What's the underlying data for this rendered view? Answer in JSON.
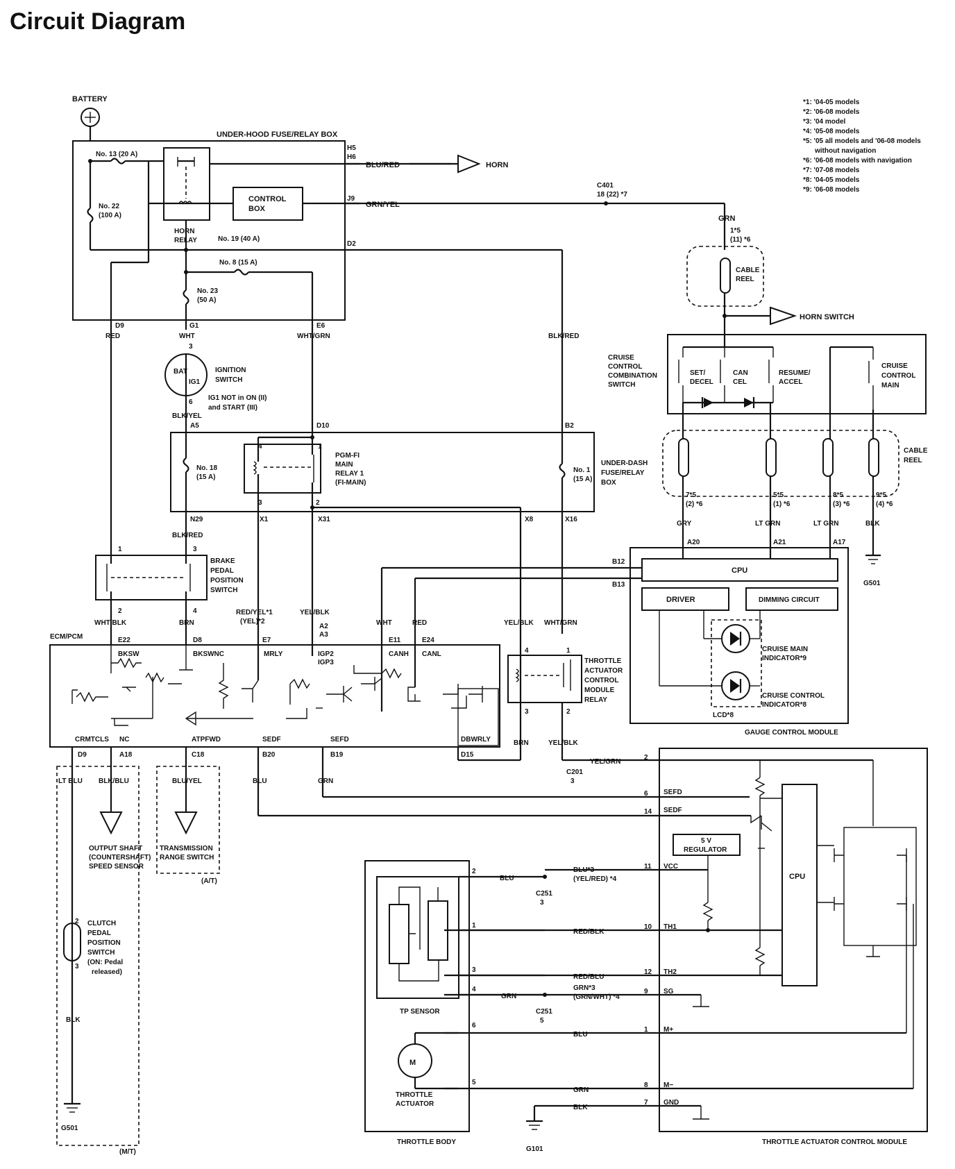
{
  "title": "Circuit Diagram",
  "notes": [
    "*1: '04-05 models",
    "*2: '06-08 models",
    "*3: '04 model",
    "*4: '05-08 models",
    "*5: '05 all models and '06-08 models",
    "without navigation",
    "*6: '06-08 models with navigation",
    "*7: '07-08 models",
    "*8: '04-05 models",
    "*9: '06-08 models"
  ],
  "top": {
    "battery": "BATTERY",
    "fusebox": "UNDER-HOOD FUSE/RELAY BOX",
    "fuse13": "No. 13 (20 A)",
    "fuse22a": "No. 22",
    "fuse22b": "(100 A)",
    "horn_relay_a": "HORN",
    "horn_relay_b": "RELAY",
    "control_box_a": "CONTROL",
    "control_box_b": "BOX",
    "fuse19": "No. 19 (40 A)",
    "fuse8": "No. 8 (15 A)",
    "fuse23a": "No. 23",
    "fuse23b": "(50 A)",
    "h5": "H5",
    "h6": "H6",
    "j9": "J9",
    "d2": "D2",
    "blu_red": "BLU/RED",
    "horn": "HORN",
    "grn_yel": "GRN/YEL",
    "c401": "C401",
    "c401b": "18 (22) *7",
    "grn": "GRN",
    "pin_1_5": "1*5",
    "pin_11_6": "(11) *6",
    "cable_reel_a": "CABLE",
    "cable_reel_b": "REEL",
    "horn_switch": "HORN SWITCH",
    "d9": "D9",
    "red": "RED",
    "g1": "G1",
    "wht": "WHT",
    "e6": "E6",
    "wht_grn": "WHT/GRN",
    "blk_red": "BLK/RED"
  },
  "ignition": {
    "pin3": "3",
    "bat": "BAT",
    "ig1": "IG1",
    "pin6": "6",
    "label_a": "IGNITION",
    "label_b": "SWITCH",
    "note_a": "IG1 NOT in ON (II)",
    "note_b": "and START (III)",
    "blk_yel": "BLK/YEL",
    "a5": "A5"
  },
  "underdash": {
    "d10": "D10",
    "b2": "B2",
    "fuse18a": "No. 18",
    "fuse18b": "(15 A)",
    "pin4": "4",
    "pin1": "1",
    "pin3": "3",
    "pin2": "2",
    "pgm_a": "PGM-FI",
    "pgm_b": "MAIN",
    "pgm_c": "RELAY 1",
    "pgm_d": "(FI-MAIN)",
    "fuse1a": "No. 1",
    "fuse1b": "(15 A)",
    "box_a": "UNDER-DASH",
    "box_b": "FUSE/RELAY",
    "box_c": "BOX",
    "n29": "N29",
    "x1": "X1",
    "x31": "X31",
    "x8": "X8",
    "x16": "X16",
    "blk_red": "BLK/RED"
  },
  "brake": {
    "pin1": "1",
    "pin3": "3",
    "pin2": "2",
    "pin4": "4",
    "label_a": "BRAKE",
    "label_b": "PEDAL",
    "label_c": "POSITION",
    "label_d": "SWITCH",
    "wht_blk": "WHT/BLK",
    "brn": "BRN"
  },
  "ecm": {
    "label": "ECM/PCM",
    "red_yel": "RED/YEL*1",
    "yel2": "(YEL)*2",
    "yel_blk": "YEL/BLK",
    "a2": "A2",
    "a3": "A3",
    "wht": "WHT",
    "red": "RED",
    "e22": "E22",
    "d8": "D8",
    "e7": "E7",
    "e11": "E11",
    "e24": "E24",
    "bksw": "BKSW",
    "bkswnc": "BKSWNC",
    "mrly": "MRLY",
    "igp2": "IGP2",
    "igp3": "IGP3",
    "cann": "CANH",
    "canl": "CANL",
    "crmtcls": "CRMTCLS",
    "nc": "NC",
    "atpfwd": "ATPFWD",
    "sedf": "SEDF",
    "sefd": "SEFD",
    "dbwrly": "DBWRLY",
    "d9": "D9",
    "a18": "A18",
    "c18": "C18",
    "b20": "B20",
    "b19": "B19",
    "d15": "D15",
    "lt_blu": "LT BLU",
    "blk_blu": "BLK/BLU",
    "blu_yel": "BLU/YEL",
    "blu": "BLU",
    "grn": "GRN"
  },
  "sensors": {
    "oss_a": "OUTPUT SHAFT",
    "oss_b": "(COUNTERSHAFT)",
    "oss_c": "SPEED SENSOR",
    "trs_a": "TRANSMISSION",
    "trs_b": "RANGE SWITCH",
    "at": "(A/T)",
    "clutch_a": "CLUTCH",
    "clutch_b": "PEDAL",
    "clutch_c": "POSITION",
    "clutch_d": "SWITCH",
    "clutch_e": "(ON: Pedal",
    "clutch_f": "released)",
    "pin2": "2",
    "pin3": "3",
    "blk": "BLK",
    "g501": "G501",
    "mt": "(M/T)"
  },
  "tac_relay": {
    "pin4": "4",
    "pin1": "1",
    "pin3": "3",
    "pin2": "2",
    "yel_blk": "YEL/BLK",
    "wht_grn": "WHT/GRN",
    "label_a": "THROTTLE",
    "label_b": "ACTUATOR",
    "label_c": "CONTROL",
    "label_d": "MODULE",
    "label_e": "RELAY",
    "brn": "BRN",
    "yel_blk2": "YEL/BLK",
    "c201": "C201",
    "c201b": "3",
    "yel_grn": "YEL/GRN"
  },
  "cruise": {
    "label_a": "CRUISE",
    "label_b": "CONTROL",
    "label_c": "COMBINATION",
    "label_d": "SWITCH",
    "set_a": "SET/",
    "set_b": "DECEL",
    "can_a": "CAN",
    "can_b": "CEL",
    "res_a": "RESUME/",
    "res_b": "ACCEL",
    "main_a": "CRUISE",
    "main_b": "CONTROL",
    "main_c": "MAIN",
    "reel_a": "CABLE",
    "reel_b": "REEL",
    "p7a": "7*5",
    "p7b": "(2) *6",
    "p5a": "5*5",
    "p5b": "(1) *6",
    "p8a": "8*5",
    "p8b": "(3) *6",
    "p9a": "9*5",
    "p9b": "(4) *6",
    "gry": "GRY",
    "ltgrn1": "LT GRN",
    "ltgrn2": "LT GRN",
    "blk": "BLK",
    "g501": "G501"
  },
  "gauge": {
    "a20": "A20",
    "a21": "A21",
    "a17": "A17",
    "b12": "B12",
    "b13": "B13",
    "cpu": "CPU",
    "driver": "DRIVER",
    "dimming": "DIMMING CIRCUIT",
    "main_ind_a": "CRUISE MAIN",
    "main_ind_b": "INDICATOR*9",
    "ctl_ind_a": "CRUISE CONTROL",
    "ctl_ind_b": "INDICATOR*8",
    "lcd": "LCD*8",
    "label": "GAUGE CONTROL MODULE"
  },
  "tacm": {
    "p2": "2",
    "p6": "6",
    "p14": "14",
    "sefd": "SEFD",
    "sedf": "SEDF",
    "reg_a": "5 V",
    "reg_b": "REGULATOR",
    "cpu": "CPU",
    "p11": "11",
    "vcc": "VCC",
    "p10": "10",
    "th1": "TH1",
    "p12": "12",
    "th2": "TH2",
    "p9": "9",
    "sg": "SG",
    "p1": "1",
    "mplus": "M+",
    "p8": "8",
    "mminus": "M−",
    "p7": "7",
    "gnd": "GND",
    "label": "THROTTLE ACTUATOR CONTROL MODULE"
  },
  "throttle": {
    "t2": "2",
    "t1": "1",
    "t3": "3",
    "t4": "4",
    "t6": "6",
    "t5": "5",
    "blu": "BLU",
    "c251": "C251",
    "c251a": "3",
    "blu3": "BLU*3",
    "yel_red": "(YEL/RED) *4",
    "red_blk": "RED/BLK",
    "red_blu": "RED/BLU",
    "grn": "GRN",
    "c251b": "C251",
    "c251c": "5",
    "grn3": "GRN*3",
    "grn_wht": "(GRN/WHT) *4",
    "tp": "TP SENSOR",
    "blu2": "BLU",
    "m": "M",
    "act_a": "THROTTLE",
    "act_b": "ACTUATOR",
    "grn2": "GRN",
    "blk": "BLK",
    "body": "THROTTLE BODY",
    "g101": "G101"
  }
}
